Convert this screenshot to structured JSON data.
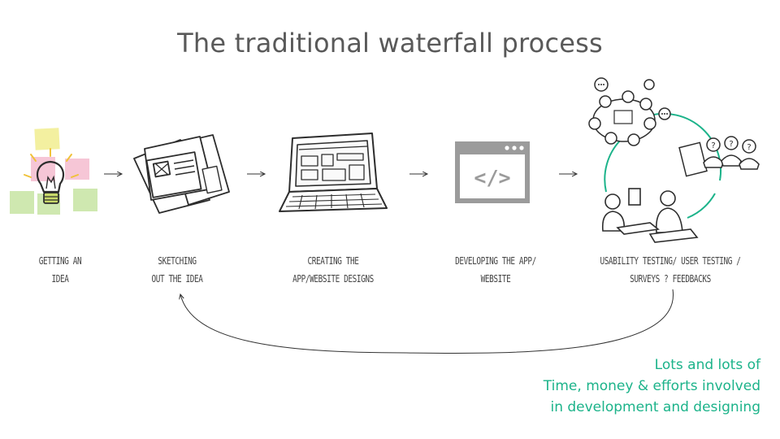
{
  "title": "The traditional waterfall process",
  "steps": [
    {
      "label_line1": "Getting an",
      "label_line2": "idea",
      "icon": "lightbulb-sticky-notes-icon"
    },
    {
      "label_line1": "Sketching",
      "label_line2": "out the idea",
      "icon": "sketch-papers-icon"
    },
    {
      "label_line1": "Creating the",
      "label_line2": "app/website designs",
      "icon": "laptop-icon"
    },
    {
      "label_line1": "Developing the app/",
      "label_line2": "website",
      "icon": "code-window-icon"
    },
    {
      "label_line1": "usability testing/ user testing /",
      "label_line2": "surveys ? feedbacks",
      "icon": "user-testing-cycle-icon"
    }
  ],
  "code_glyph": "</>",
  "footnote": {
    "line1": "Lots and lots of",
    "line2": "Time, money & efforts involved",
    "line3": "in development and designing"
  },
  "colors": {
    "title": "#595959",
    "accent_green": "#1cb38a",
    "sticky_green": "#cfe8b0",
    "sticky_yellow": "#f3f0a0",
    "sticky_pink": "#f6c6d6",
    "window_gray": "#9b9b9b"
  }
}
